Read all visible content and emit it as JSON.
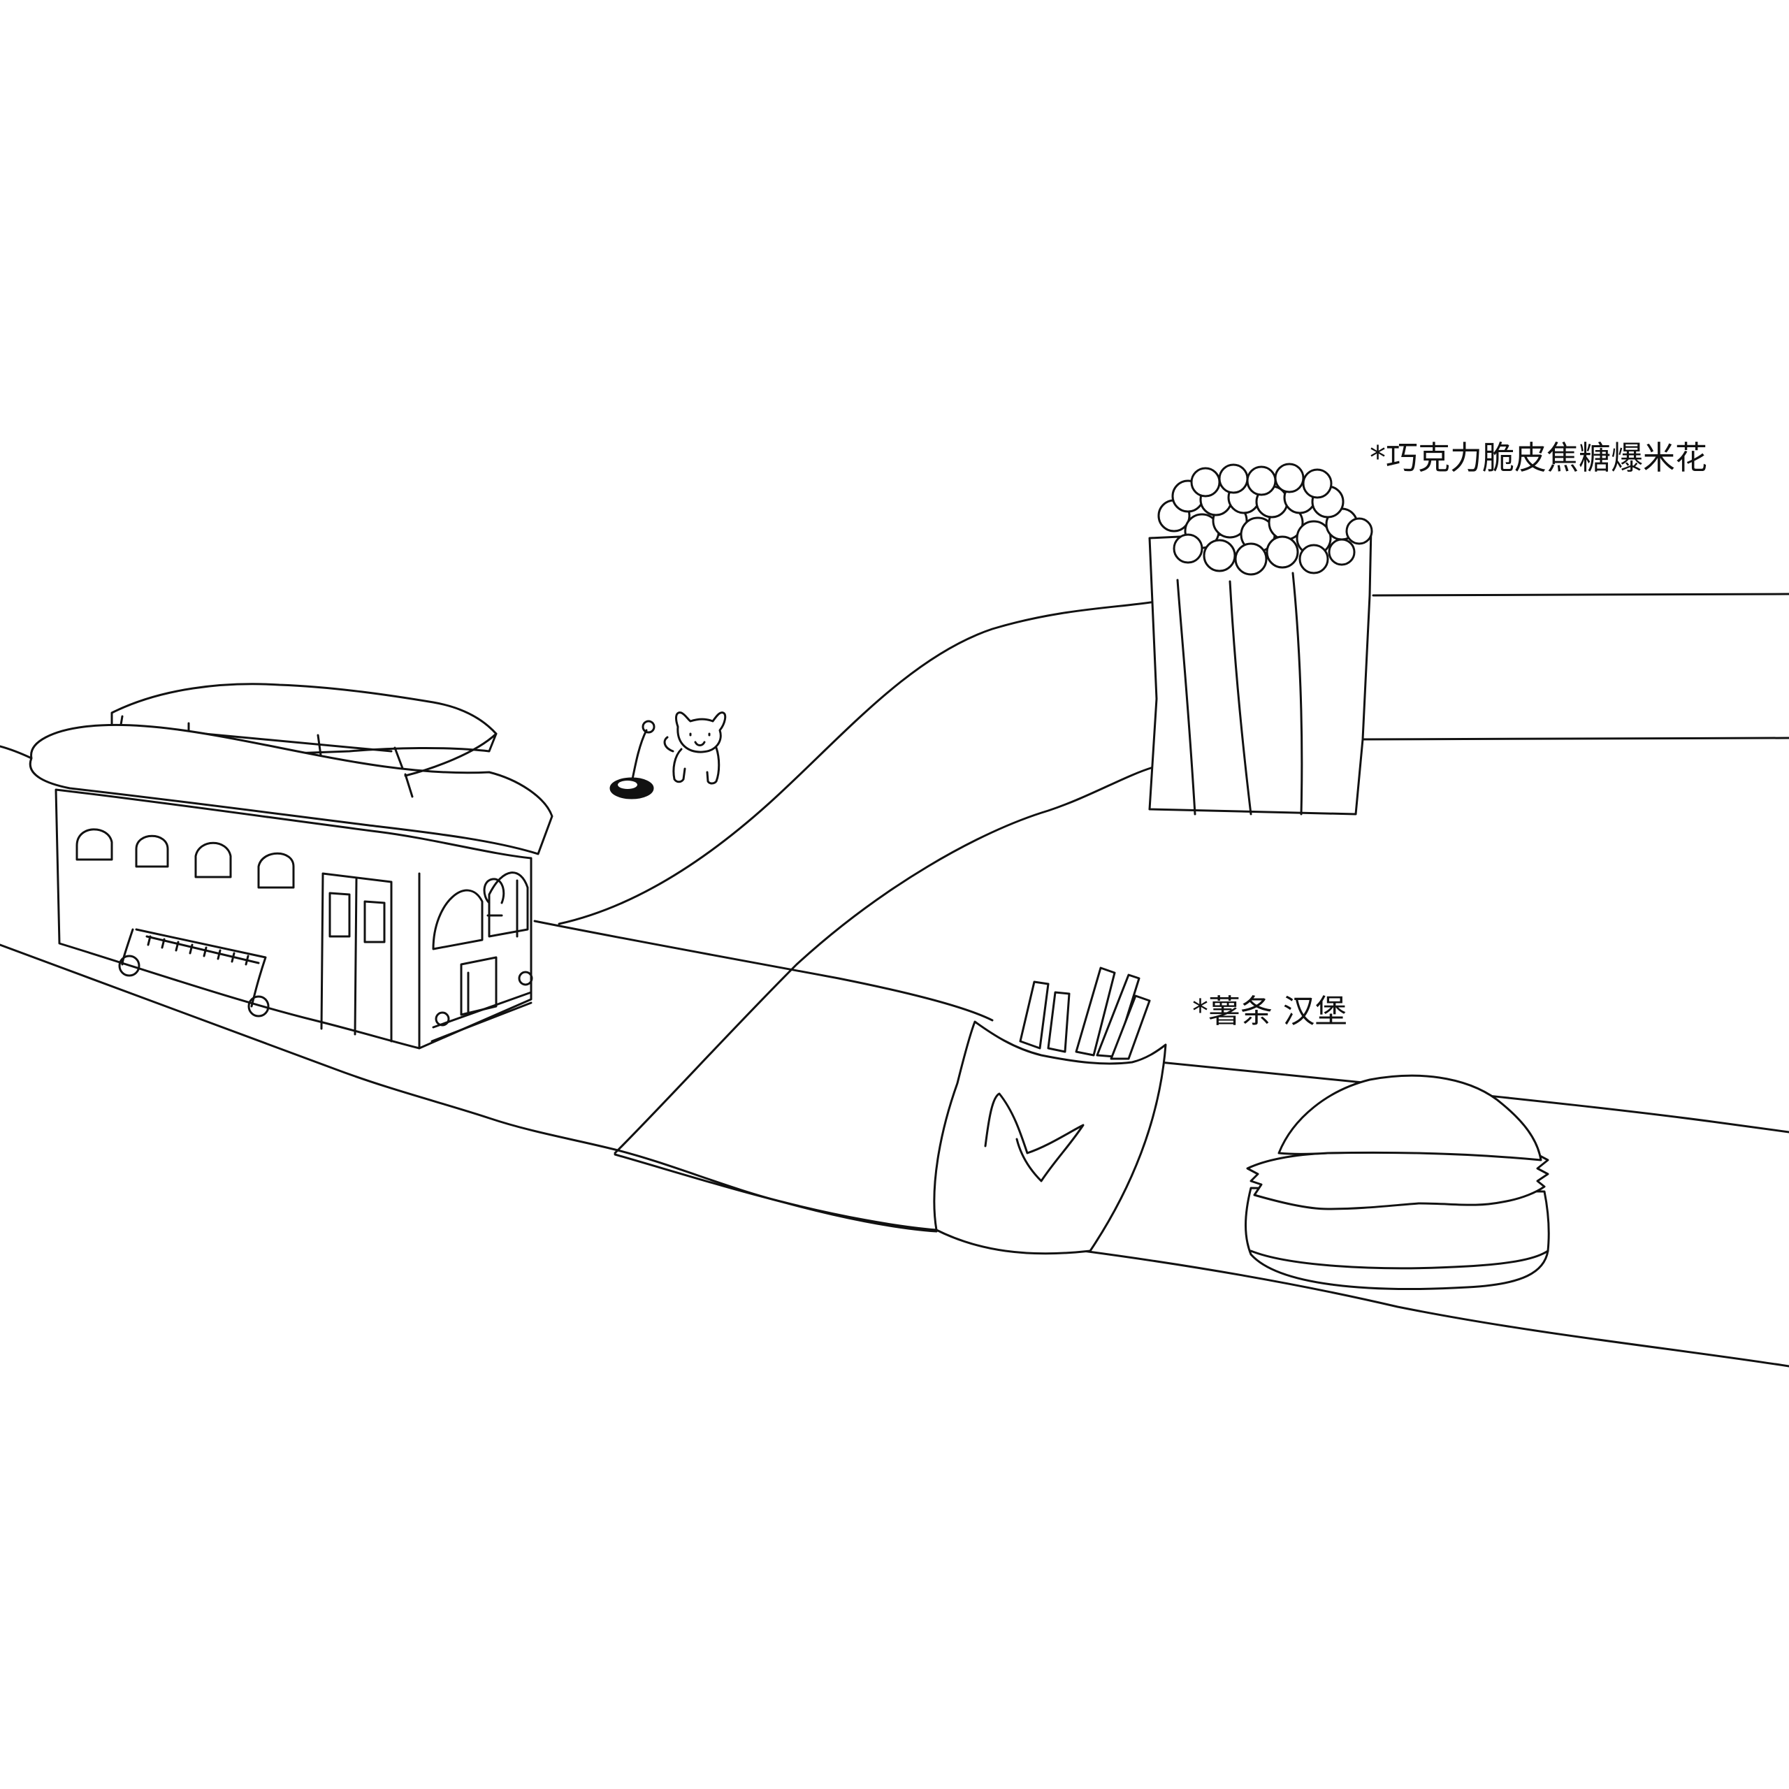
{
  "labels": {
    "popcorn": "*巧克力脆皮焦糖爆米花",
    "fries_burger": "*薯条 汉堡"
  },
  "objects": [
    {
      "name": "tram",
      "icon": "tram-icon"
    },
    {
      "name": "cat",
      "icon": "cat-icon"
    },
    {
      "name": "cherry",
      "icon": "cherry-icon"
    },
    {
      "name": "popcorn bucket",
      "icon": "popcorn-icon"
    },
    {
      "name": "fries bag",
      "icon": "fries-icon"
    },
    {
      "name": "hamburger",
      "icon": "burger-icon"
    }
  ],
  "colors": {
    "background": "#ffffff",
    "ink": "#111111"
  }
}
